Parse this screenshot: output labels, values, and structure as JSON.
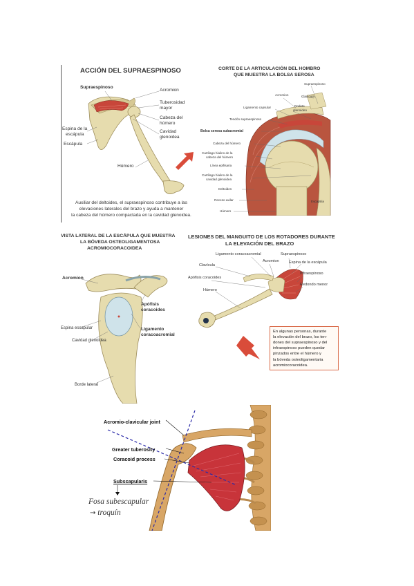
{
  "panel1": {
    "title": "ACCIÓN DEL SUPRAESPINOSO",
    "labels": {
      "supraespinoso": "Supraespinoso",
      "acromion": "Acromion",
      "tuberosidad_1": "Tuberosidad",
      "tuberosidad_2": "mayor",
      "cabeza_1": "Cabeza del",
      "cabeza_2": "húmero",
      "cavidad_1": "Cavidad",
      "cavidad_2": "glenoidea",
      "espina_1": "Espina de la",
      "espina_2": "escápula",
      "escapula": "Escápula",
      "humero": "Húmero"
    },
    "caption_1": "Auxiliar del deltoides, el supraespinoso contribuye a las",
    "caption_2": "elevaciones laterales del brazo y ayuda a mantener",
    "caption_3": "la cabeza del húmero compactada en la cavidad glenoidea."
  },
  "panel2": {
    "title_1": "CORTE DE LA ARTICULACIÓN DEL HOMBRO",
    "title_2": "QUE MUESTRA LA BOLSA SEROSA",
    "labels": {
      "supraespinoso": "Supraespinoso",
      "acromion": "Acromion",
      "clavicula": "Clavícula",
      "ligamento_capsular": "Ligamento capsular",
      "rodete_1": "Rodete",
      "rodete_2": "glenoideo",
      "tendon": "Tendón supraespinoso",
      "bolsa": "Bolsa serosa subacromial",
      "cabeza": "Cabeza del húmero",
      "cartilago_hialino_cabeza_1": "Cartílago hialino de la",
      "cartilago_hialino_cabeza_2": "cabeza del húmero",
      "linea_epifisaria": "Línea epifisaria",
      "cartilago_glenoidea_1": "Cartílago hialino de la",
      "cartilago_glenoidea_2": "cavidad glenoidea",
      "deltoides": "Deltoides",
      "receso": "Receso axilar",
      "humero": "Húmero",
      "escapula": "Escápula"
    }
  },
  "panel3": {
    "title_1": "VISTA LATERAL DE LA ESCÁPULA QUE MUESTRA",
    "title_2": "LA BÓVEDA OSTEOLIGAMENTOSA",
    "title_3": "ACROMIOCORACOIDEA",
    "labels": {
      "acromion": "Acromion",
      "apofisis_1": "Apófisis",
      "apofisis_2": "coracoides",
      "espina": "Espina escapular",
      "cavidad": "Cavidad glenoidea",
      "ligamento_1": "Ligamento",
      "ligamento_2": "coracoacromial",
      "borde": "Borde lateral"
    }
  },
  "panel4": {
    "title_1": "LESIONES DEL MANGUITO DE LOS ROTADORES DURANTE",
    "title_2": "LA ELEVACIÓN DEL BRAZO",
    "labels": {
      "ligamento": "Ligamento coracoacromial",
      "supraespinoso": "Supraespinoso",
      "acromion": "Acromion",
      "espina": "Espina de la escápula",
      "clavicula": "Clavícula",
      "infraespinoso": "Infraespinoso",
      "apofisis": "Apófisis coracoides",
      "redondo": "Redondo menor",
      "humero": "Húmero"
    },
    "note_1": "En algunas personas, durante",
    "note_2": "la elevación del brazo, los ten-",
    "note_3": "dones del supraespinoso y del",
    "note_4": "infraespinoso pueden quedar",
    "note_5": "pinzados entre el húmero y",
    "note_6": "la bóveda osteoligamentaria",
    "note_7": "acromiocoracoidea."
  },
  "panel5": {
    "labels": {
      "ac_joint": "Acromio-clavicular joint",
      "greater": "Greater tuberosity",
      "coracoid": "Coracoid process",
      "subscapularis": "Subscapularis"
    },
    "note_line_1": "Fosa subescapular",
    "note_line_2": "troquín",
    "arrow_glyph": "→"
  },
  "colors": {
    "bone": "#e6dcae",
    "bone_dark": "#b8a872",
    "muscle": "#c8463a",
    "muscle_light": "#e07060",
    "cartilage": "#cfe3ea",
    "accent_arrow": "#d94c3a",
    "dashed_line": "#2a2aa8"
  }
}
